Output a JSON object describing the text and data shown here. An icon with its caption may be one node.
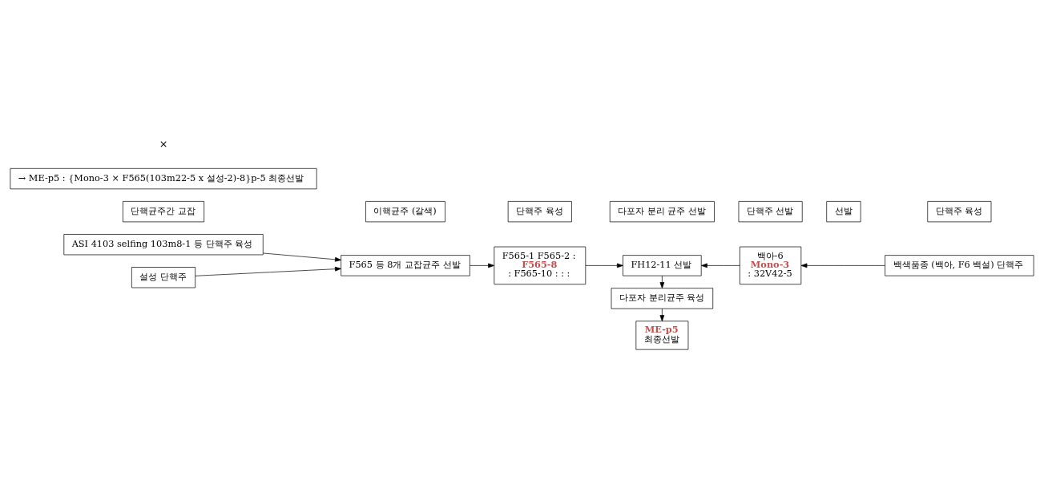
{
  "diagram": {
    "nodes": [
      {
        "text": [
          "ASI 4103 selfing 103m8-1 등 단핵주 육성"
        ]
      },
      {
        "text": [
          "설성 단핵주"
        ]
      },
      {
        "text": [
          "F565 등 8개 교잡균주 선발"
        ]
      },
      {
        "text": [
          "F565-1 F565-2 :",
          "F565-8",
          ": F565-10 : : :"
        ]
      },
      {
        "text": [
          "FH12-11 선발"
        ]
      },
      {
        "text": [
          "다포자 분리균주 육성"
        ]
      },
      {
        "text": [
          "ME-p5",
          "최종선발"
        ]
      },
      {
        "text": [
          "백아-6",
          "Mono-3",
          ": 32V42-5"
        ]
      },
      {
        "text": [
          "백색품종 (백아, F6 백설) 단핵주"
        ]
      },
      {
        "text": [
          "단핵균주간 교잡"
        ]
      },
      {
        "text": [
          "이핵균주 (갈색)"
        ]
      },
      {
        "text": [
          "단핵주 육성"
        ]
      },
      {
        "text": [
          "다포자 분리 균주 선발"
        ]
      },
      {
        "text": [
          "단핵주 선발"
        ]
      },
      {
        "text": [
          "선발"
        ]
      },
      {
        "text": [
          "단핵주 육성"
        ]
      },
      {
        "text": [
          "→ ME-p5 : {Mono-3 × F565(103m22-5 x 설성-2)-8}p-5 최종선발"
        ]
      }
    ],
    "edges": [
      {
        "from": 0,
        "to": 2,
        "arrow": "to"
      },
      {
        "from": 1,
        "to": 2,
        "arrow": "to"
      },
      {
        "from": 2,
        "to": 3,
        "arrow": "to"
      },
      {
        "from": 3,
        "to": 4,
        "arrow": "to"
      },
      {
        "from": 4,
        "to": 5,
        "arrow": "to"
      },
      {
        "from": 5,
        "to": 6,
        "arrow": "to"
      },
      {
        "from": 7,
        "to": 4,
        "arrow": "to"
      },
      {
        "from": 8,
        "to": 7,
        "arrow": "to"
      }
    ],
    "labels": [
      "×"
    ]
  }
}
